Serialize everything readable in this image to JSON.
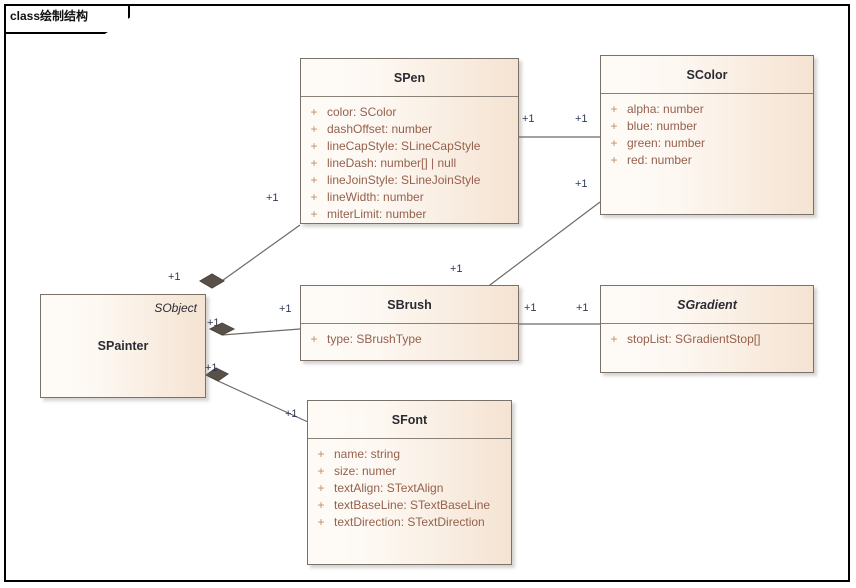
{
  "diagram": {
    "frame_label": "class绘制结构",
    "kind": "uml-class-diagram"
  },
  "classes": [
    {
      "id": "spen",
      "name": "SPen",
      "abstract": false,
      "stereotype": null,
      "attributes": [
        {
          "visibility": "+",
          "signature": "color: SColor"
        },
        {
          "visibility": "+",
          "signature": "dashOffset: number"
        },
        {
          "visibility": "+",
          "signature": "lineCapStyle: SLineCapStyle"
        },
        {
          "visibility": "+",
          "signature": "lineDash: number[] | null"
        },
        {
          "visibility": "+",
          "signature": "lineJoinStyle: SLineJoinStyle"
        },
        {
          "visibility": "+",
          "signature": "lineWidth: number"
        },
        {
          "visibility": "+",
          "signature": "miterLimit: number"
        }
      ]
    },
    {
      "id": "scolor",
      "name": "SColor",
      "abstract": false,
      "stereotype": null,
      "attributes": [
        {
          "visibility": "+",
          "signature": "alpha: number"
        },
        {
          "visibility": "+",
          "signature": "blue: number"
        },
        {
          "visibility": "+",
          "signature": "green: number"
        },
        {
          "visibility": "+",
          "signature": "red: number"
        }
      ]
    },
    {
      "id": "spainter",
      "name": "SPainter",
      "abstract": false,
      "stereotype": "SObject",
      "attributes": []
    },
    {
      "id": "sbrush",
      "name": "SBrush",
      "abstract": false,
      "stereotype": null,
      "attributes": [
        {
          "visibility": "+",
          "signature": "type: SBrushType"
        }
      ]
    },
    {
      "id": "sgradient",
      "name": "SGradient",
      "abstract": true,
      "stereotype": null,
      "attributes": [
        {
          "visibility": "+",
          "signature": "stopList: SGradientStop[]"
        }
      ]
    },
    {
      "id": "sfont",
      "name": "SFont",
      "abstract": false,
      "stereotype": null,
      "attributes": [
        {
          "visibility": "+",
          "signature": "name: string"
        },
        {
          "visibility": "+",
          "signature": "size: numer"
        },
        {
          "visibility": "+",
          "signature": "textAlign: STextAlign"
        },
        {
          "visibility": "+",
          "signature": "textBaseLine: STextBaseLine"
        },
        {
          "visibility": "+",
          "signature": "textDirection: STextDirection"
        }
      ]
    }
  ],
  "relations": [
    {
      "id": "painter-pen",
      "from": "spainter",
      "to": "spen",
      "type": "aggregation",
      "source_mult": "+1",
      "target_mult": "+1"
    },
    {
      "id": "painter-brush",
      "from": "spainter",
      "to": "sbrush",
      "type": "aggregation",
      "source_mult": "+1",
      "target_mult": "+1"
    },
    {
      "id": "painter-font",
      "from": "spainter",
      "to": "sfont",
      "type": "aggregation",
      "source_mult": "+1",
      "target_mult": "+1"
    },
    {
      "id": "pen-color",
      "from": "spen",
      "to": "scolor",
      "type": "association",
      "source_mult": "+1",
      "target_mult": "+1"
    },
    {
      "id": "brush-color",
      "from": "sbrush",
      "to": "scolor",
      "type": "association",
      "source_mult": "+1",
      "target_mult": "+1"
    },
    {
      "id": "brush-gradient",
      "from": "sbrush",
      "to": "sgradient",
      "type": "association",
      "source_mult": "+1",
      "target_mult": "+1"
    }
  ],
  "multiplicity_labels": [
    {
      "id": "m-pen-left",
      "text": "+1"
    },
    {
      "id": "m-pen-right",
      "text": "+1"
    },
    {
      "id": "m-color-left",
      "text": "+1"
    },
    {
      "id": "m-color-bottomleft",
      "text": "+1"
    },
    {
      "id": "m-painter-pen",
      "text": "+1"
    },
    {
      "id": "m-painter-brush",
      "text": "+1"
    },
    {
      "id": "m-painter-font",
      "text": "+1"
    },
    {
      "id": "m-brush-left",
      "text": "+1"
    },
    {
      "id": "m-brush-top",
      "text": "+1"
    },
    {
      "id": "m-brush-right",
      "text": "+1"
    },
    {
      "id": "m-gradient-left",
      "text": "+1"
    },
    {
      "id": "m-font-left",
      "text": "+1"
    }
  ],
  "colors": {
    "box_fill_light": "#fefbf7",
    "box_fill_dark": "#f5e3d2",
    "box_border": "#7a7268",
    "title_text": "#2b2b33",
    "attribute_text": "#96614d",
    "visibility_text": "#c8895c",
    "connector": "#6f6a63",
    "multiplicity_text": "#2d3a54",
    "frame_border": "#000000"
  }
}
